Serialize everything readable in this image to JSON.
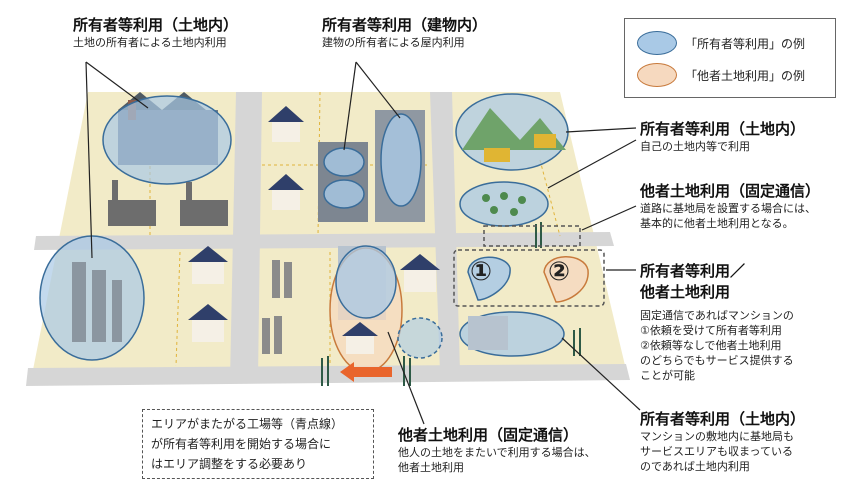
{
  "legend": {
    "owner_label": "「所有者等利用」の例",
    "other_label": "「他者土地利用」の例",
    "owner_color": "#a9c9e6",
    "other_color": "#f6d9bf"
  },
  "labels": {
    "owner_land_top": {
      "title": "所有者等利用（土地内）",
      "desc": "土地の所有者による土地内利用"
    },
    "owner_building": {
      "title": "所有者等利用（建物内）",
      "desc": "建物の所有者による屋内利用"
    },
    "owner_land_right": {
      "title": "所有者等利用（土地内）",
      "desc": "自己の土地内等で利用"
    },
    "other_fixed_right": {
      "title": "他者土地利用（固定通信）",
      "desc_lines": [
        "道路に基地局を設置する場合には、",
        "基本的に他者土地利用となる。"
      ]
    },
    "mixed": {
      "title_lines": [
        "所有者等利用／",
        "他者土地利用"
      ],
      "desc_lines": [
        "固定通信であればマンションの",
        "①依頼を受けて所有者等利用",
        "②依頼等なしで他者土地利用",
        "のどちらでもサービス提供する",
        "ことが可能"
      ]
    },
    "owner_land_bottom": {
      "title": "所有者等利用（土地内）",
      "desc_lines": [
        "マンションの敷地内に基地局も",
        "サービスエリアも収まっている",
        "のであれば土地内利用"
      ]
    },
    "other_fixed_bottom": {
      "title": "他者土地利用（固定通信）",
      "desc_lines": [
        "他人の土地をまたいで利用する場合は、",
        "他者土地利用"
      ]
    }
  },
  "note": {
    "lines": [
      "エリアがまたがる工場等（青点線）",
      "が所有者等利用を開始する場合に",
      "はエリア調整をする必要あり"
    ]
  },
  "markers": {
    "one": "①",
    "two": "②"
  },
  "icons": [
    "factory-icon",
    "house-icon",
    "building-icon",
    "tower-icon",
    "crane-icon",
    "bulldozer-icon",
    "field-icon",
    "antenna-icon"
  ]
}
